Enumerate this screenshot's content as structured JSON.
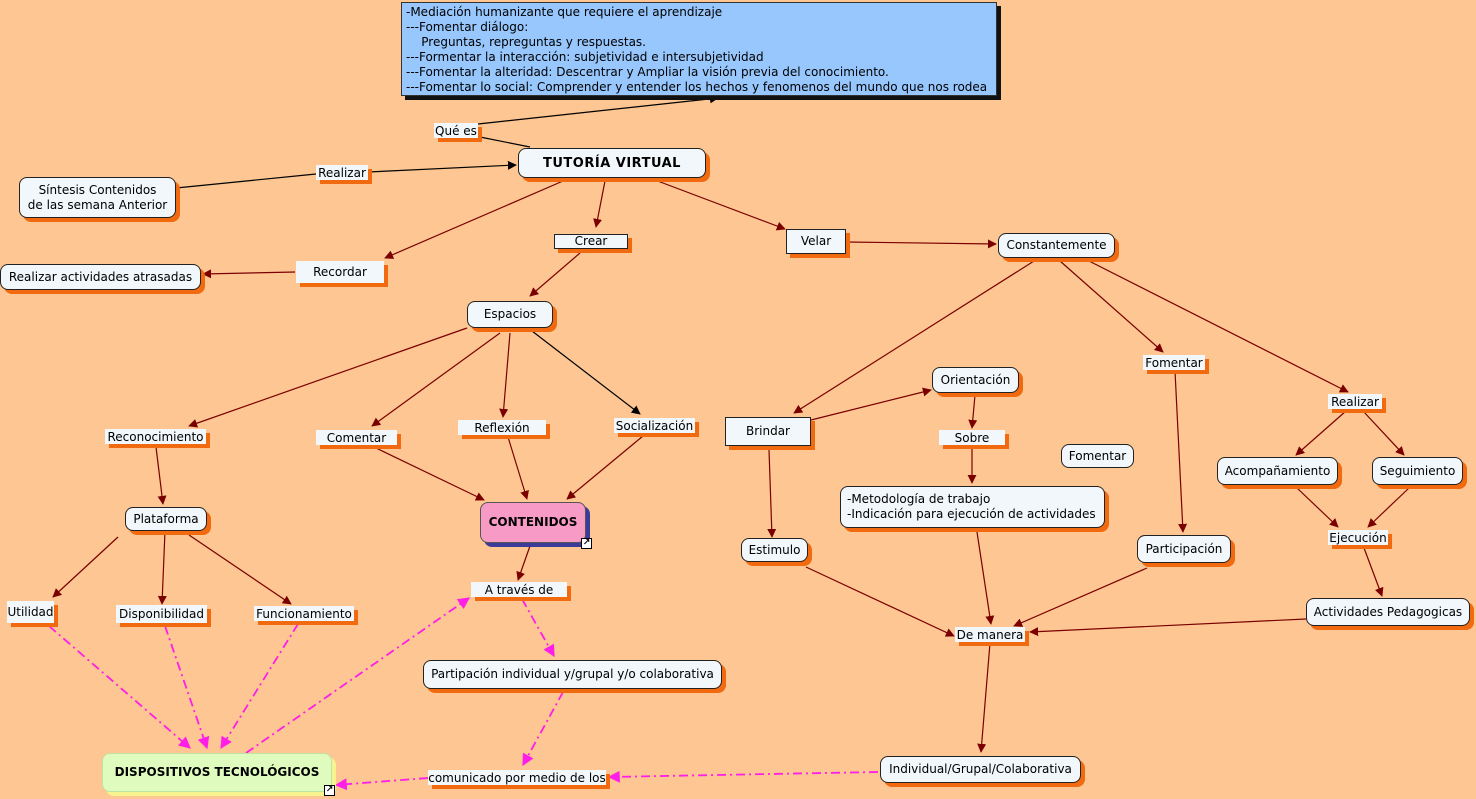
{
  "colors": {
    "background": "#fdc692",
    "node_fill": "#f1f7fb",
    "node_shadow": "#f26a0f",
    "solid_edge": "#7a0000",
    "dashed_edge": "#ff1ee8",
    "info_box": "#97c7fd",
    "contenidos_box": "#f79ac6",
    "dispositivos_box": "#dffcbe"
  },
  "nodes": {
    "info_box": "-Mediación humanizante que requiere el aprendizaje\n---Fomentar diálogo:\n    Preguntas, repreguntas y respuestas.\n---Formentar la interacción: subjetividad e intersubjetividad\n---Fomentar la alteridad: Descentrar y Ampliar la visión previa del conocimiento.\n---Fomentar lo social: Comprender y entender los hechos y fenomenos del mundo que nos rodea",
    "que_es": "Qué es",
    "tutoria_virtual": "TUTORÍA VIRTUAL",
    "realizar_top": "Realizar",
    "sintesis": "Síntesis Contenidos\nde las semana Anterior",
    "crear": "Crear",
    "velar": "Velar",
    "recordar": "Recordar",
    "realizar_actividades": "Realizar actividades atrasadas",
    "constantemente": "Constantemente",
    "espacios": "Espacios",
    "reconocimiento": "Reconocimiento",
    "comentar": "Comentar",
    "reflexion": "Reflexión",
    "socializacion": "Socialización",
    "contenidos": "CONTENIDOS",
    "plataforma": "Plataforma",
    "utilidad": "Utilidad",
    "disponibilidad": "Disponibilidad",
    "funcionamiento": "Funcionamiento",
    "a_traves_de": "A través de",
    "participacion_individual": "Partipación individual y/grupal y/o colaborativa",
    "comunicado": "comunicado por medio de los",
    "dispositivos": "DISPOSITIVOS TECNOLÓGICOS",
    "brindar": "Brindar",
    "orientacion": "Orientación",
    "sobre": "Sobre",
    "metodologia": "-Metodología de trabajo\n-Indicación para ejecución de actividades",
    "fomentar_mid": "Fomentar",
    "fomentar_top": "Fomentar",
    "estimulo": "Estimulo",
    "participacion": "Participación",
    "realizar_right": "Realizar",
    "acompanamiento": "Acompañamiento",
    "seguimiento": "Seguimiento",
    "ejecucion": "Ejecución",
    "actividades_pedagogicas": "Actividades Pedagogicas",
    "de_manera": "De manera",
    "individual_grupal": "Individual/Grupal/Colaborativa"
  },
  "link_icon": "↗"
}
